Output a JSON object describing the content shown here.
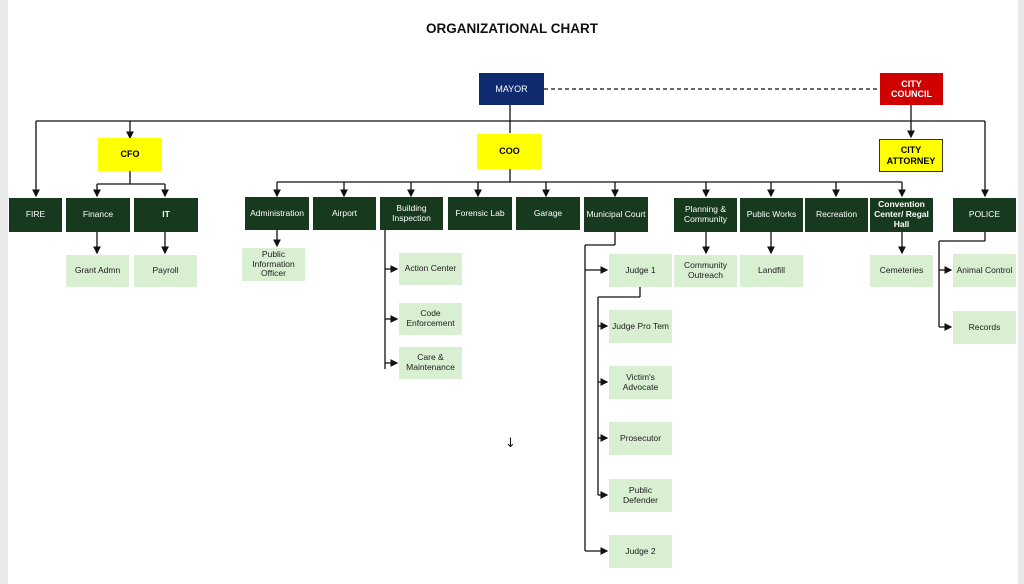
{
  "title": "ORGANIZATIONAL CHART",
  "colors": {
    "dark_green": "#17391d",
    "light_green": "#d9efd2",
    "yellow": "#ffff00",
    "navy": "#0f2a6e",
    "red": "#d10000"
  },
  "top": {
    "mayor": "MAYOR",
    "city_council": "CITY COUNCIL",
    "cfo": "CFO",
    "coo": "COO",
    "city_attorney": "CITY ATTORNEY"
  },
  "departments": {
    "fire": "FIRE",
    "finance": "Finance",
    "it": "IT",
    "administration": "Administration",
    "airport": "Airport",
    "building_inspection": "Building Inspection",
    "forensic_lab": "Forensic Lab",
    "garage": "Garage",
    "municipal_court": "Municipal Court",
    "planning_community": "Planning & Community",
    "public_works": "Public Works",
    "recreation": "Recreation",
    "convention_center": "Convention Center/ Regal Hall",
    "police": "POLICE"
  },
  "sub_units": {
    "grant_admn": "Grant Admn",
    "payroll": "Payroll",
    "public_information_officer": "Public Information Officer",
    "action_center": "Action Center",
    "code_enforcement": "Code Enforcement",
    "care_maintenance": "Care & Maintenance",
    "judge_1": "Judge 1",
    "judge_pro_tem": "Judge Pro Tem",
    "victims_advocate": "Victim's Advocate",
    "prosecutor": "Prosecutor",
    "public_defender": "Public Defender",
    "judge_2": "Judge 2",
    "community_outreach": "Community Outreach",
    "landfill": "Landfill",
    "cemeteries": "Cemeteries",
    "animal_control": "Animal Control",
    "records": "Records"
  },
  "stray_mark": "↓"
}
